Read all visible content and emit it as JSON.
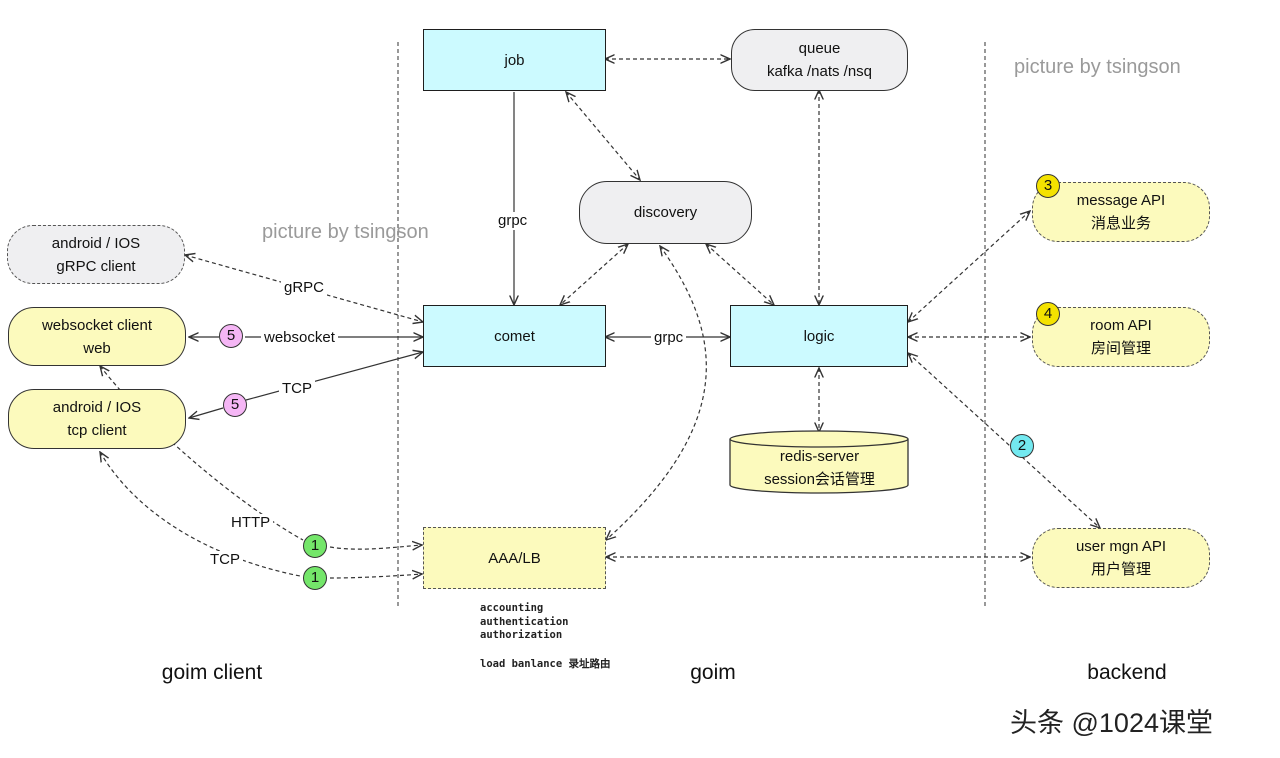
{
  "watermark": "picture by tsingson",
  "sections": {
    "client": "goim client",
    "goim": "goim",
    "backend": "backend"
  },
  "nodes": {
    "job": "job",
    "queue": {
      "line1": "queue",
      "line2": "kafka /nats /nsq"
    },
    "discovery": "discovery",
    "comet": "comet",
    "logic": "logic",
    "redis": {
      "line1": "redis-server",
      "line2": "session会话管理"
    },
    "aaa": "AAA/LB",
    "grpc_client": {
      "line1": "android / IOS",
      "line2": "gRPC client"
    },
    "ws_client": {
      "line1": "websocket client",
      "line2": "web"
    },
    "tcp_client": {
      "line1": "android / IOS",
      "line2": "tcp client"
    },
    "message_api": {
      "line1": "message API",
      "line2": "消息业务"
    },
    "room_api": {
      "line1": "room API",
      "line2": "房间管理"
    },
    "user_api": {
      "line1": "user mgn API",
      "line2": "用户管理"
    }
  },
  "edge_labels": {
    "job_comet": "grpc",
    "comet_logic": "grpc",
    "grpc_client": "gRPC",
    "websocket": "websocket",
    "tcp": "TCP",
    "http_aaa": "HTTP",
    "tcp_aaa": "TCP"
  },
  "badges": {
    "http_aaa": "1",
    "tcp_aaa": "1",
    "websocket": "5",
    "tcp": "5",
    "message": "3",
    "room": "4",
    "user": "2"
  },
  "aaa_notes": {
    "line1": "accounting",
    "line2": "authentication",
    "line3": "authorization",
    "line4": "load banlance 录址路由"
  },
  "credit": "头条 @1024课堂",
  "colors": {
    "core": "#ccfaff",
    "infra": "#efeff1",
    "client": "#fcfabd",
    "badge_green": "#74e66a",
    "badge_pink": "#f5b6f5",
    "badge_yellow": "#f4e200",
    "badge_cyan": "#73e9f0"
  }
}
